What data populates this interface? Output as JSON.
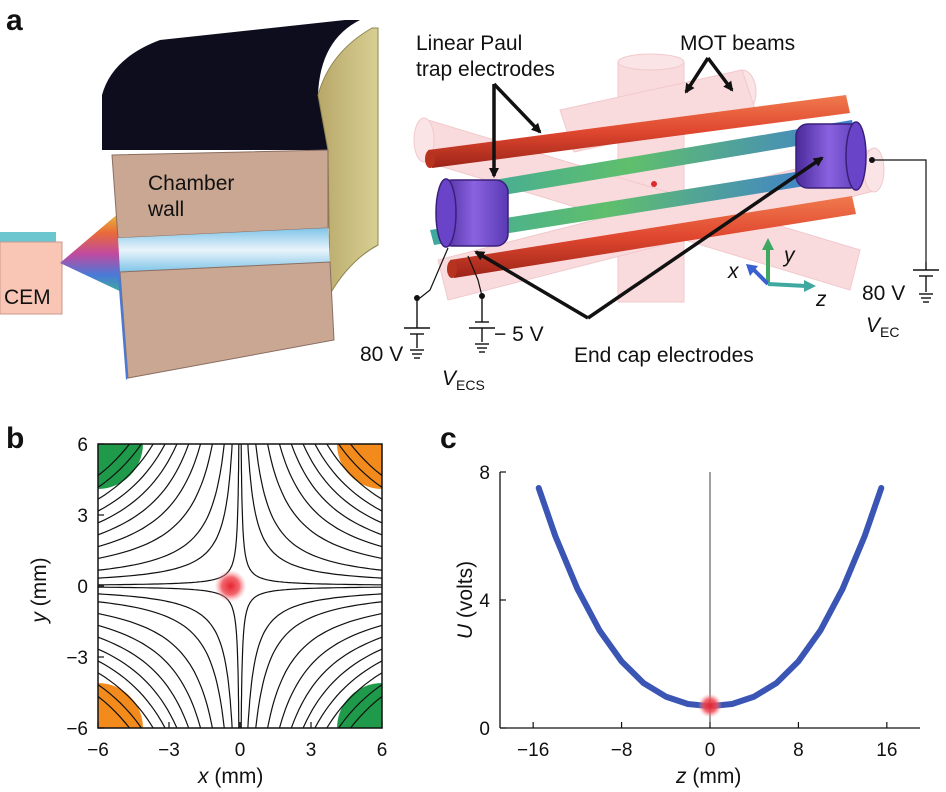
{
  "panel_labels": {
    "a": "a",
    "b": "b",
    "c": "c"
  },
  "panel_a": {
    "cem_label": "CEM",
    "chamber_wall": {
      "line1": "Chamber",
      "line2": "wall"
    },
    "paul_electrodes": {
      "line1": "Linear Paul",
      "line2": "trap electrodes"
    },
    "mot_beams": "MOT beams",
    "end_cap_electrodes": "End cap electrodes",
    "voltage_left": "80 V",
    "voltage_neg": "− 5 V",
    "voltage_right": "80 V",
    "v_ecs": {
      "symbol": "V",
      "subscript": "ECS"
    },
    "v_ec": {
      "symbol": "V",
      "subscript": "EC"
    },
    "axes": {
      "x": "x",
      "y": "y",
      "z": "z"
    },
    "colors": {
      "rod_red": "#e0472f",
      "rod_green": "#4fb27c",
      "endcap": "#7b4fd0",
      "beam": "#f4a7ad",
      "cone_left": "#e8c23a"
    }
  },
  "chart_data": [
    {
      "type": "contour",
      "panel": "b",
      "xlabel": {
        "var": "x",
        "unit": " (mm)"
      },
      "ylabel": {
        "var": "y",
        "unit": " (mm)"
      },
      "xlim": [
        -6,
        6
      ],
      "ylim": [
        -6,
        6
      ],
      "xticks": [
        -6,
        -3,
        0,
        3,
        6
      ],
      "yticks": [
        -6,
        -3,
        0,
        3,
        6
      ],
      "contour_levels": [
        0.3,
        2,
        4,
        7,
        10,
        13,
        16,
        19,
        22,
        25,
        28
      ],
      "ion_cloud": {
        "x": -0.4,
        "y": 0.0
      },
      "corner_electrodes": [
        {
          "x": -6,
          "y": 6,
          "color": "#1f9a4a"
        },
        {
          "x": 6,
          "y": 6,
          "color": "#f28a1c"
        },
        {
          "x": -6,
          "y": -6,
          "color": "#f28a1c"
        },
        {
          "x": 6,
          "y": -6,
          "color": "#1f9a4a"
        }
      ]
    },
    {
      "type": "line",
      "panel": "c",
      "xlabel": {
        "var": "z",
        "unit": " (mm)"
      },
      "ylabel": {
        "var": "U",
        "unit": " (volts)"
      },
      "xlim": [
        -19,
        19
      ],
      "ylim": [
        0,
        8
      ],
      "xticks": [
        -16,
        -8,
        0,
        8,
        16
      ],
      "yticks": [
        0,
        4,
        8
      ],
      "series": [
        {
          "color": "#3a55b4",
          "x": [
            -15.5,
            -14,
            -12,
            -10,
            -8,
            -6,
            -4,
            -2,
            0,
            2,
            4,
            6,
            8,
            10,
            12,
            14,
            15.5
          ],
          "y": [
            7.5,
            6.0,
            4.35,
            3.05,
            2.08,
            1.4,
            0.98,
            0.75,
            0.68,
            0.75,
            0.98,
            1.4,
            2.08,
            3.05,
            4.35,
            6.0,
            7.5
          ]
        }
      ],
      "ion_cloud": {
        "x": 0,
        "y": 0.7
      }
    }
  ]
}
